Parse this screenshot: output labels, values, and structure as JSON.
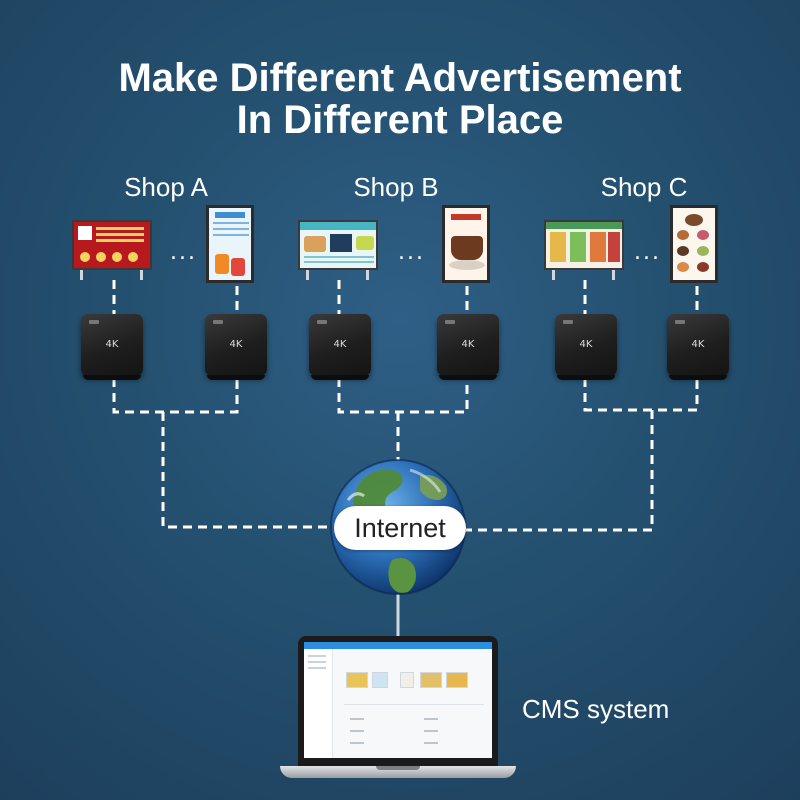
{
  "title": {
    "line1": "Make Different Advertisement",
    "line2": "In Different Place"
  },
  "shops": [
    {
      "label": "Shop A",
      "ellipsis": "...",
      "player_label_left": "4K",
      "player_label_right": "4K"
    },
    {
      "label": "Shop B",
      "ellipsis": "...",
      "player_label_left": "4K",
      "player_label_right": "4K"
    },
    {
      "label": "Shop C",
      "ellipsis": "...",
      "player_label_left": "4K",
      "player_label_right": "4K"
    }
  ],
  "internet_label": "Internet",
  "cms_label": "CMS system",
  "colors": {
    "background": "#24506f",
    "connector": "#ffffff",
    "globe_ocean": "#2a6db5",
    "globe_land": "#4f8a3a",
    "cms_topbar": "#2d8ee0"
  },
  "icons": [
    "tv-icon",
    "poster-icon",
    "media-player-icon",
    "globe-icon",
    "laptop-icon"
  ]
}
